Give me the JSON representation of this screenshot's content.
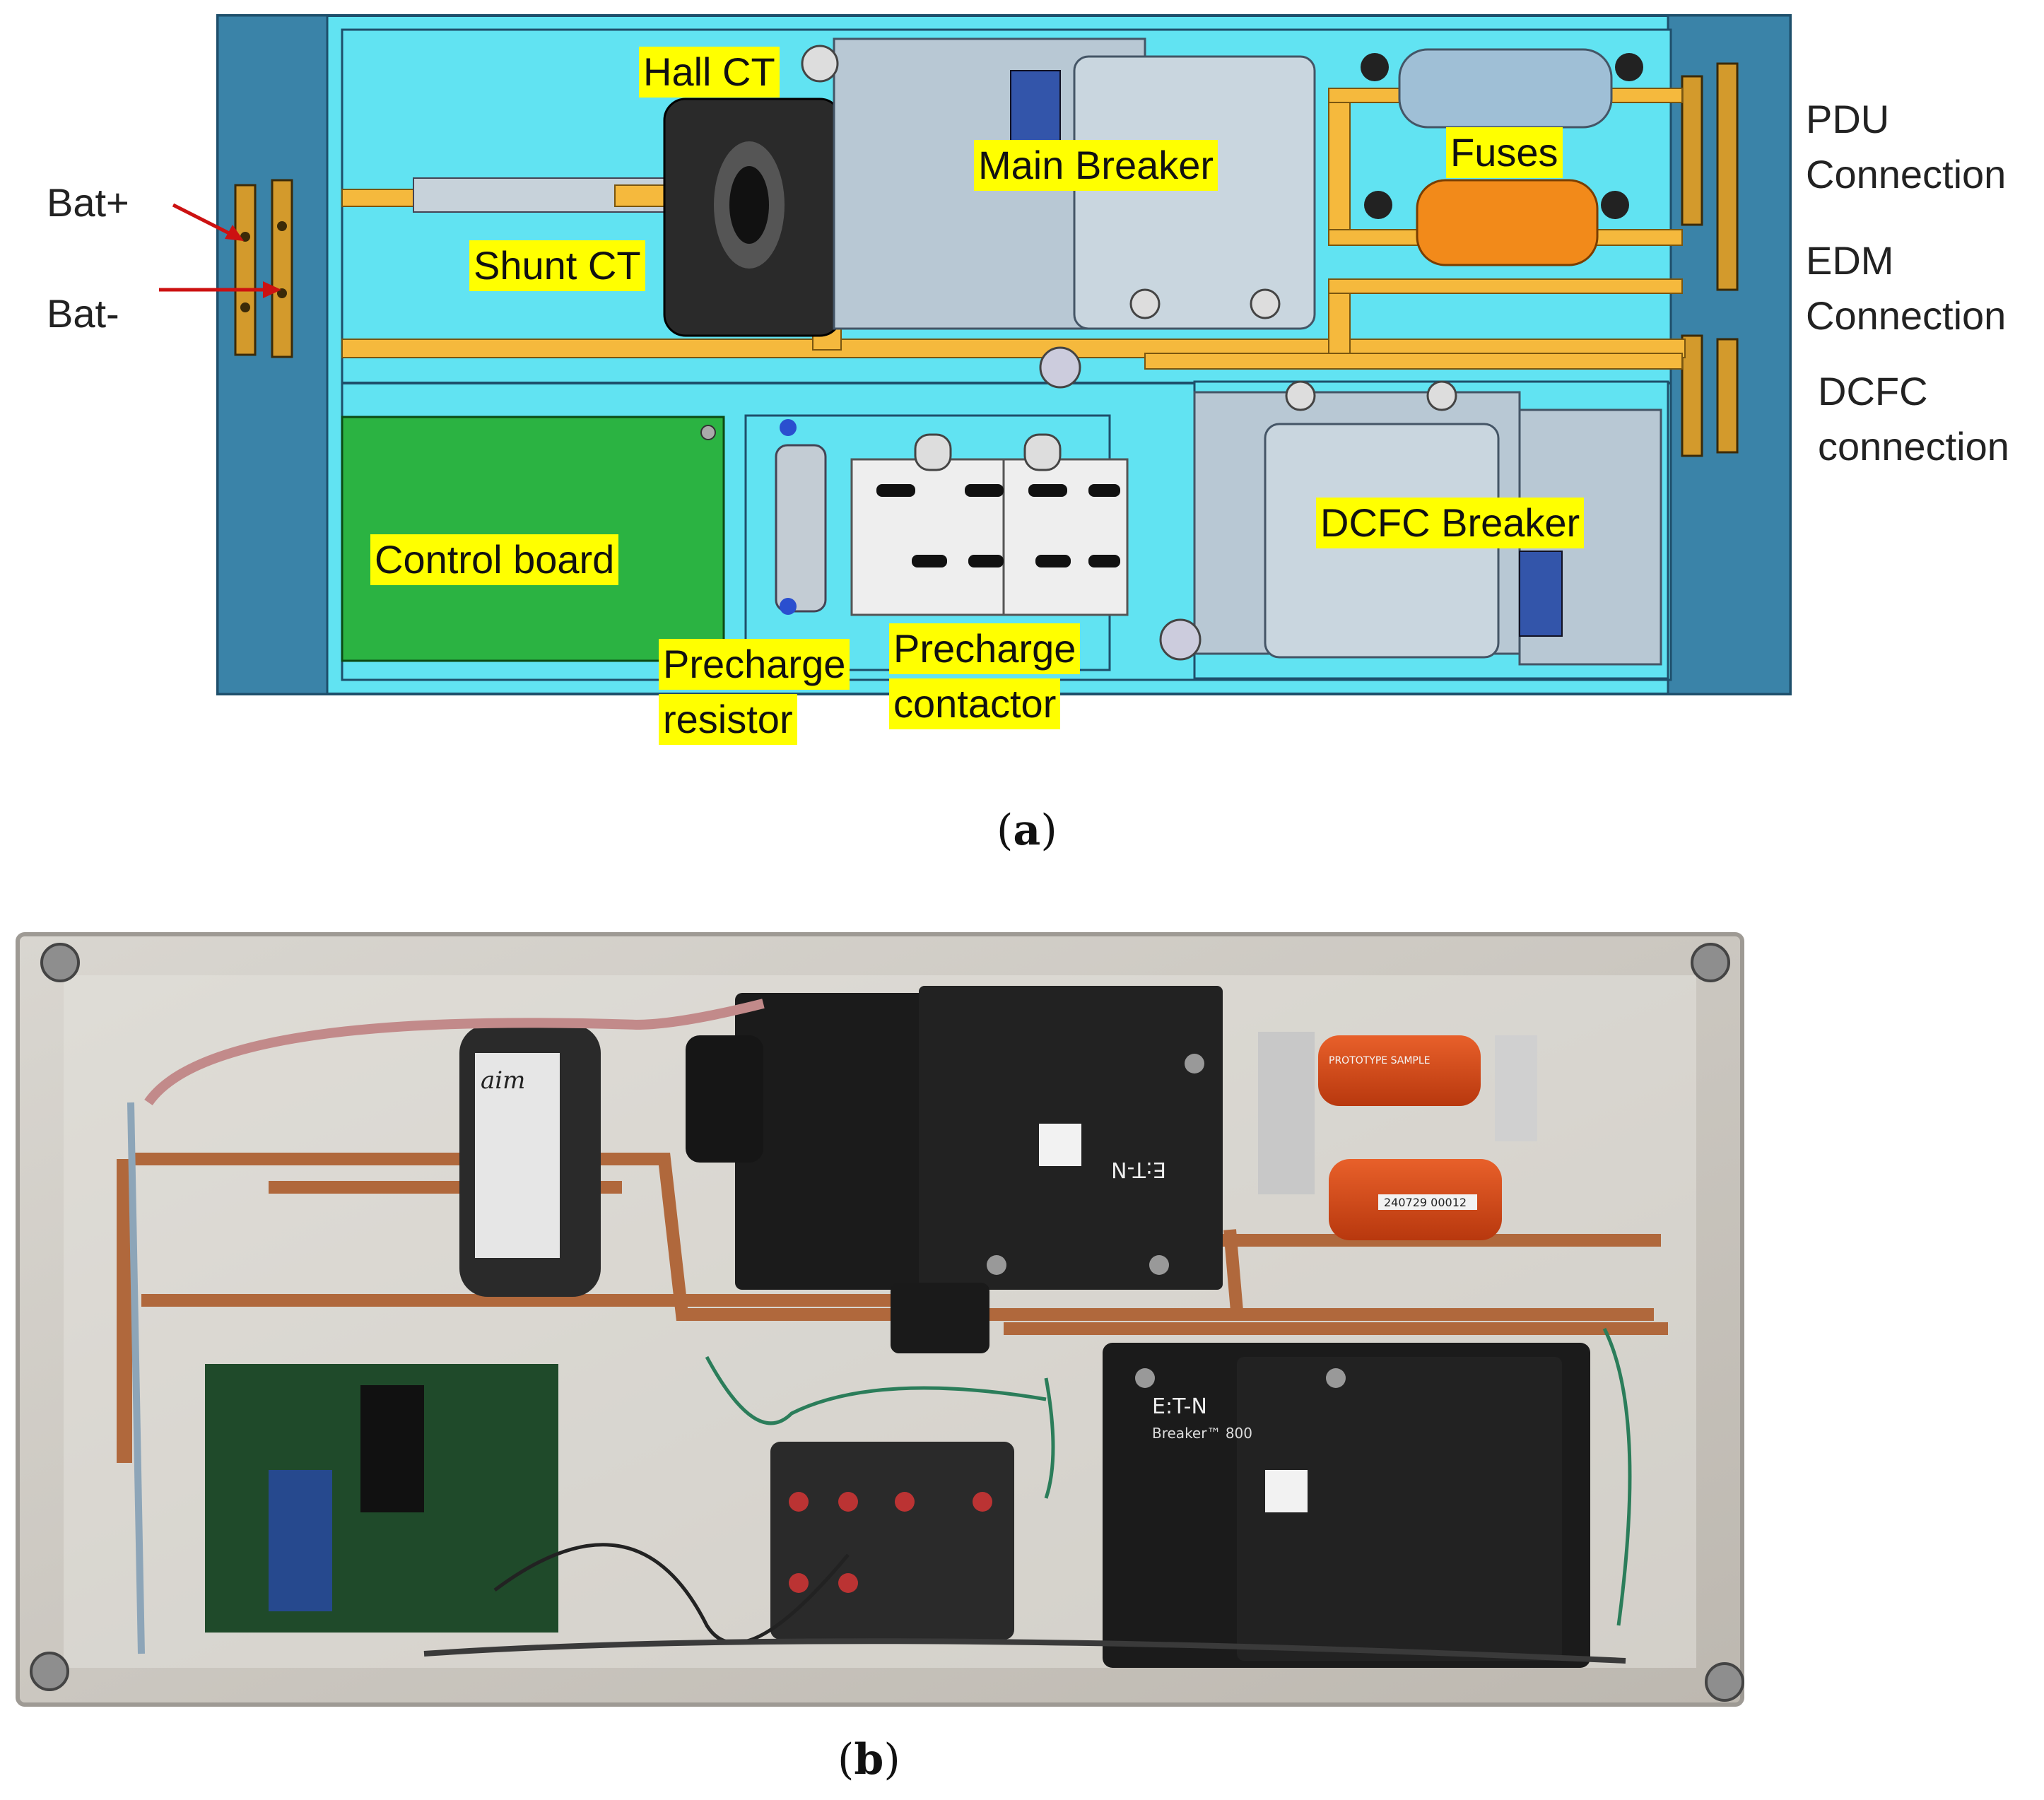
{
  "panel_a": {
    "caption_open": "(",
    "caption_letter": "a",
    "caption_close": ")",
    "labels": {
      "hall_ct": "Hall CT",
      "main_breaker": "Main Breaker",
      "fuses": "Fuses",
      "shunt_ct": "Shunt CT",
      "control_board": "Control board",
      "dcfc_breaker": "DCFC Breaker",
      "precharge_resistor": [
        "Precharge",
        "resistor"
      ],
      "precharge_contactor": [
        "Precharge",
        "contactor"
      ],
      "bat_plus": "Bat+",
      "bat_minus": "Bat-",
      "pdu_connection": [
        "PDU",
        "Connection"
      ],
      "edm_connection": [
        "EDM",
        "Connection"
      ],
      "dcfc_connection": [
        "DCFC",
        "connection"
      ]
    },
    "colors": {
      "enclosure": "#3a83a8",
      "background": "#61e3f2",
      "busbar": "#f5b93d",
      "control_board": "#2bb342",
      "component": "#b8c8d4",
      "fuse_orange": "#f28a1a",
      "label_bg": "#ffff00",
      "arrow": "#cc1111"
    }
  },
  "panel_b": {
    "caption_open": "(",
    "caption_letter": "b",
    "caption_close": ")",
    "photo_text": {
      "aim_logo": "aim",
      "main_brand": "E:T-N",
      "dcfc_brand": "E:T-N",
      "dcfc_line1": "Breaker™ 800",
      "fuse_label_top": "PROTOTYPE SAMPLE",
      "fuse_label_bottom": "240729 00012"
    }
  }
}
